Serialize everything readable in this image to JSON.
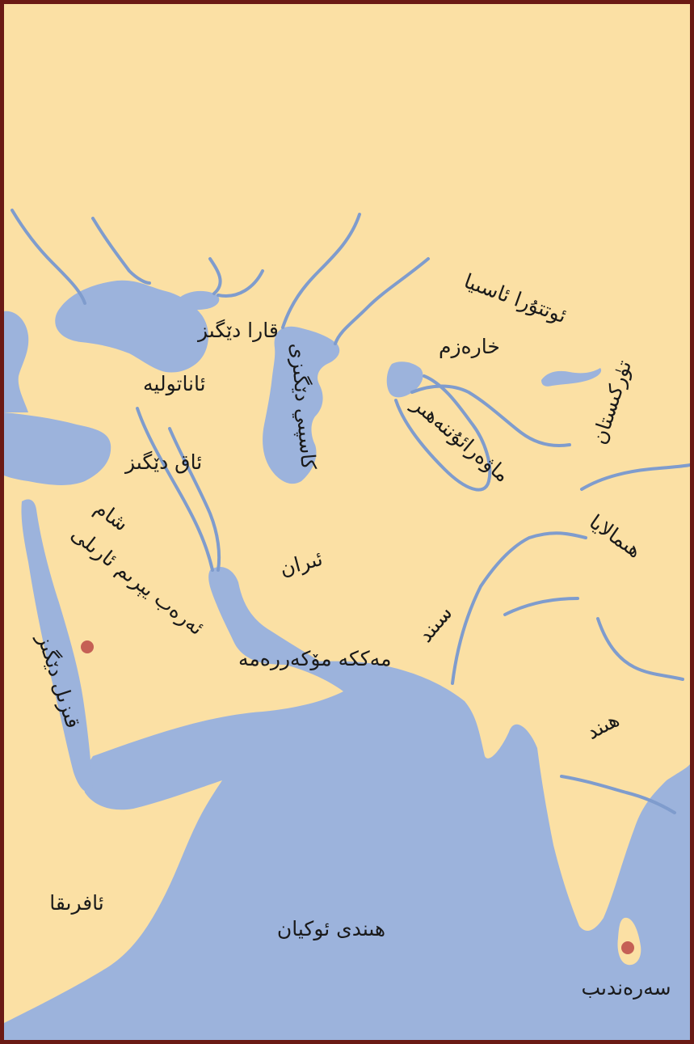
{
  "colors": {
    "land": "#fbe0a4",
    "water": "#9cb3dc",
    "river": "#7f9ccd",
    "border": "#6b1a14",
    "city_marker": "#c56055",
    "label": "#1a1a1a"
  },
  "labels": {
    "black_sea": "قارا دێگىز",
    "anatolia": "ئاناتوليه",
    "mediterranean": "ئاق دێگىز",
    "sham": "شام",
    "arabia": "ئەرەب يېرىم ئارىلى",
    "red_sea": "قىزىل دێگىز",
    "mecca": "مەككە مۆكەررەمە",
    "caspian": "كاسپىي دێگىزى",
    "khorezm": "خارەزم",
    "transoxiana": "ماۋەرائۇننەھىر",
    "central_asia": "ئوتتۇرا ئاسىيا",
    "turkestan": "تۈركىستان",
    "iran": "ئىران",
    "himalaya": "ھىمالايا",
    "sind": "سىند",
    "india": "ھىند",
    "africa": "ئافرىقا",
    "indian_ocean": "ھىندى ئوكيان",
    "serendib": "سەرەندىب"
  },
  "markers": [
    {
      "name": "mecca",
      "icon": "city-dot-icon"
    },
    {
      "name": "serendib",
      "icon": "city-dot-icon"
    }
  ]
}
